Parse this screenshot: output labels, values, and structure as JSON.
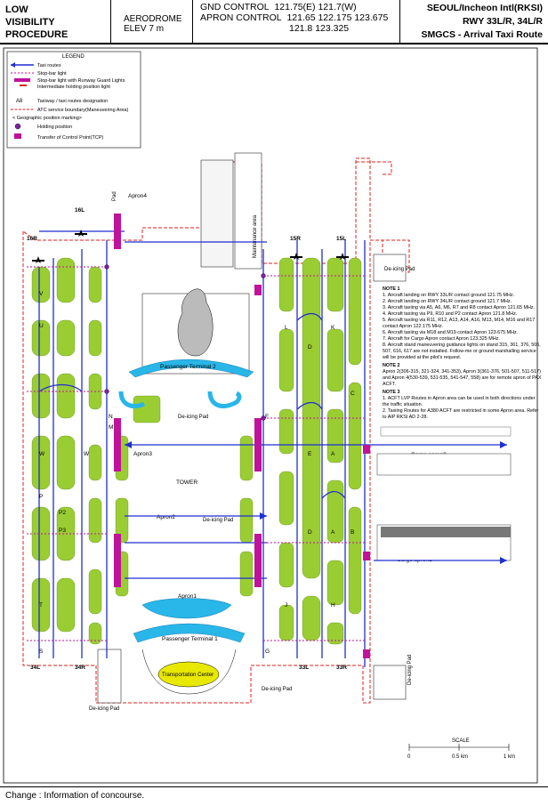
{
  "header": {
    "procedure_lines": [
      "LOW",
      "VISIBILITY",
      "PROCEDURE"
    ],
    "elevation": "AERODROME ELEV 7 m",
    "gnd_label": "GND  CONTROL",
    "gnd_freqs": "121.75(E)  121.7(W)",
    "apron_label": "APRON CONTROL",
    "apron_freqs": "121.65  122.175  123.675",
    "apron_freqs2": "121.8  123.325",
    "airport": "SEOUL/Incheon Intl(RKSI)",
    "runways": "RWY 33L/R, 34L/R",
    "chart_name": "SMGCS - Arrival Taxi Route"
  },
  "legend": {
    "title": "LEGEND",
    "items": [
      "Taxi routes",
      "Stop-bar light",
      "Stop-bar light with Runway Guard Lights",
      "Intermediate holding position light",
      "Taxiway / taxi routes designation",
      "ATC service boundary(Maneuvering Area)",
      "< Geographic position marking>",
      "Holding position",
      "Transfer of Control Point(TCP)"
    ],
    "designation_sample": "A8"
  },
  "labels": {
    "apron4": "Apron4",
    "apron3": "Apron3",
    "apron2": "Apron2",
    "apron1": "Apron1",
    "cargo_apron2": "Cargo apron2",
    "cargo_apron1": "Cargo apron1",
    "terminal2": "Passenger Terminal 2",
    "terminal1": "Passenger Terminal 1",
    "transport_center": "Transportation Center",
    "tower": "TOWER",
    "maintenance_area": "Maintenance area",
    "deicing_pad": "De-icing Pad",
    "pad": "Pad"
  },
  "runways": {
    "rwy_16l": "16L",
    "rwy_16r": "16R",
    "rwy_15r": "15R",
    "rwy_15l": "15L",
    "rwy_34l": "34L",
    "rwy_34r": "34R",
    "rwy_33l": "33L",
    "rwy_33r": "33R"
  },
  "taxiways": [
    "V",
    "U",
    "W",
    "W",
    "P",
    "P2",
    "P3",
    "T",
    "S",
    "N",
    "M",
    "F",
    "G",
    "L",
    "K",
    "J",
    "H",
    "C",
    "D",
    "E",
    "D",
    "A",
    "A",
    "B"
  ],
  "notes": {
    "note1_title": "NOTE 1",
    "note1": [
      "1. Aircraft landing on RWY 33L/R contact ground 121.75 MHz.",
      "2. Aircraft landing on RWY 34L/R contact ground 121.7 MHz.",
      "3. Aircraft taxiing via A5, A6, M6, R7 and R8 contact Apron 121.65 MHz.",
      "4. Aircraft taxiing via P9, R10 and P2 contact Apron 121.8 MHz.",
      "5. Aircraft taxiing via R11, R12, A13, A14, A16, M13, M14, M16 and R17 contact Apron 122.175 MHz.",
      "6. Aircraft taxiing via M18 and M19 contact Apron 123.675 MHz.",
      "7. Aircraft for Cargo Apron contact Apron 123.325 MHz.",
      "8. Aircraft stand maneuvering guidance lights on stand 315, 361, 376, 506, 507, 616, 617 are not installed. Follow-me or ground marshalling service will be provided at the pilot's request."
    ],
    "note2_title": "NOTE 2",
    "note2": "Apron 2(306-315, 321-324, 341-353), Apron 3(361-376, 501-507, 511-517) and Apron 4(530-539, 531-535, 541-547, 558) are for remote apron of PAX ACFT.",
    "note3_title": "NOTE 3",
    "note3": [
      "1. ACFT LVP Routes in Apron area can be used in both directions under the traffic situation.",
      "2. Taxiing Routes for A380 ACFT are restricted in some Apron area. Refer to AIP RKSI AD 2-28."
    ]
  },
  "scale": {
    "title": "SCALE",
    "ticks": [
      "0",
      "0.5 km",
      "1 km"
    ]
  },
  "footer": "Change : Information of concourse.",
  "colors": {
    "grass": "#9acd32",
    "taxi_route": "#1f2fd0",
    "boundary": "#e0201e",
    "stopbar": "#c0129a",
    "terminal": "#29b6e8",
    "yellow": "#e8e800"
  }
}
